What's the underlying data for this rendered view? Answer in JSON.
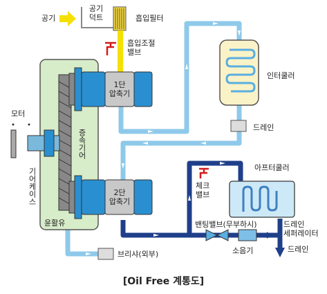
{
  "labels": {
    "air": "공기",
    "air_duct": "공기\n덕트",
    "intake_filter": "흡입필터",
    "intake_valve": "흡입조절\n밸브",
    "stage1": "1단\n압축기",
    "intercooler": "인터쿨러",
    "drain_top": "드레인",
    "motor": "모터",
    "speed_gear": "증속기어",
    "gear_case": "기어케이스",
    "oil": "윤활유",
    "stage2": "2단\n압축기",
    "check_valve": "체크\n밸브",
    "aftercooler": "아프터쿨러",
    "vent_valve": "밴팅밸브(무부하시)",
    "drain_separator": "드레인\n세퍼레이터",
    "silencer": "소음기",
    "drain_bottom": "드레인",
    "breather": "브리샤(외부)"
  },
  "title": "[Oil Free 계통도]",
  "colors": {
    "air_pipe": "#8ec9ea",
    "discharge_pipe": "#1f3f8a",
    "intake_pipe": "#f5e000",
    "gear_case": "#d7ecc9",
    "compressor": "#2a8fd0",
    "valve": "#d51a1a"
  }
}
